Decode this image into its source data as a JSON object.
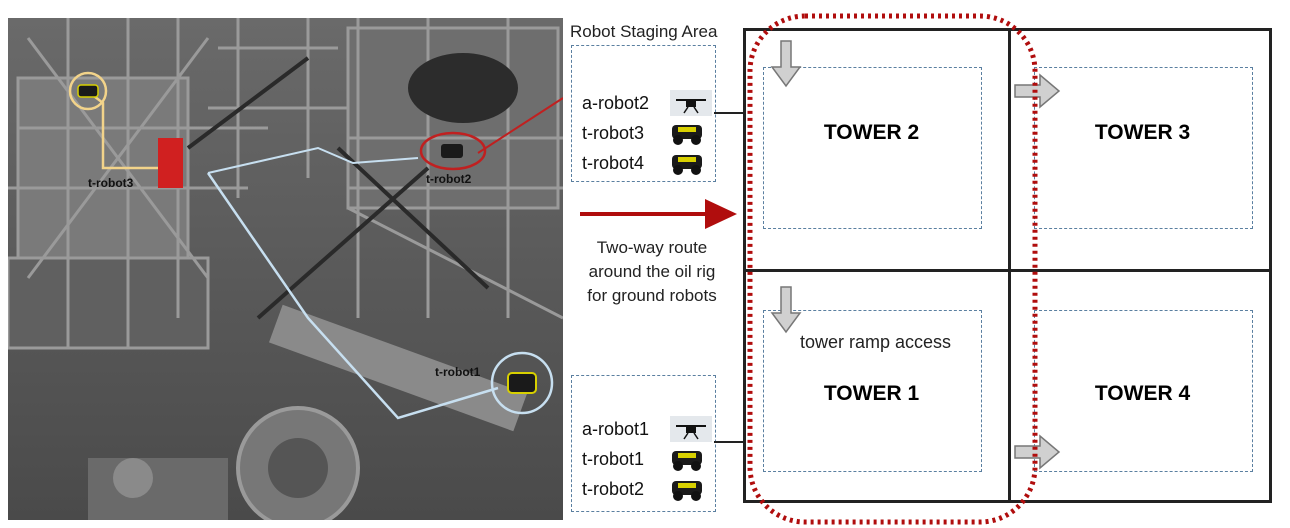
{
  "staging": {
    "title": "Robot Staging Area",
    "top_robots": [
      "a-robot2",
      "t-robot3",
      "t-robot4"
    ],
    "bottom_robots": [
      "a-robot1",
      "t-robot1",
      "t-robot2"
    ]
  },
  "route": {
    "text": "Two-way route around the oil rig for ground robots"
  },
  "towers": {
    "t1": "TOWER 1",
    "t2": "TOWER 2",
    "t3": "TOWER 3",
    "t4": "TOWER 4"
  },
  "ramp_label": "tower ramp access",
  "sim_labels": {
    "r3": "t-robot3",
    "r2": "t-robot2",
    "r1": "t-robot1"
  },
  "colors": {
    "accent_red": "#b00d0d",
    "dashed_blue": "#5a7fa0",
    "route_line": "#c7dff0",
    "robot3_line": "#f2d38a"
  }
}
